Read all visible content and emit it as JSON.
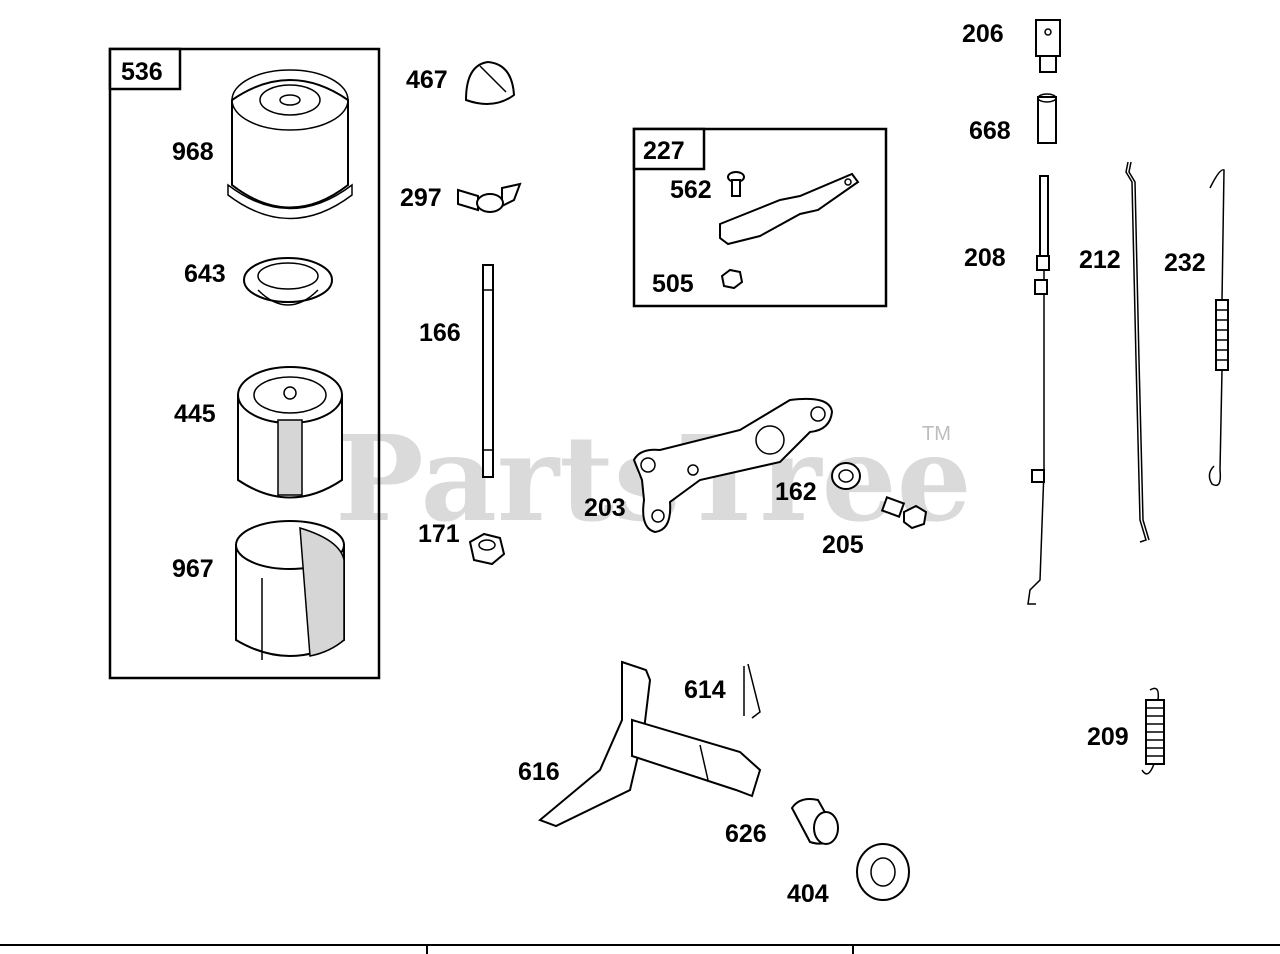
{
  "watermark": {
    "text": "PartsTree",
    "trademark": "TM"
  },
  "groups": [
    {
      "id": "536",
      "label": "536"
    },
    {
      "id": "227",
      "label": "227"
    }
  ],
  "callouts": [
    "536",
    "968",
    "643",
    "445",
    "967",
    "467",
    "297",
    "166",
    "171",
    "227",
    "562",
    "505",
    "203",
    "162",
    "205",
    "206",
    "668",
    "208",
    "212",
    "232",
    "614",
    "616",
    "626",
    "404",
    "209"
  ],
  "labels": {
    "p968": "968",
    "p643": "643",
    "p445": "445",
    "p967": "967",
    "p467": "467",
    "p297": "297",
    "p166": "166",
    "p171": "171",
    "p562": "562",
    "p505": "505",
    "p203": "203",
    "p162": "162",
    "p205": "205",
    "p206": "206",
    "p668": "668",
    "p208": "208",
    "p212": "212",
    "p232": "232",
    "p614": "614",
    "p616": "616",
    "p626": "626",
    "p404": "404",
    "p209": "209",
    "box536": "536",
    "box227": "227"
  },
  "colors": {
    "line": "#000000",
    "watermark": "#bdbdbd",
    "background": "#ffffff"
  }
}
